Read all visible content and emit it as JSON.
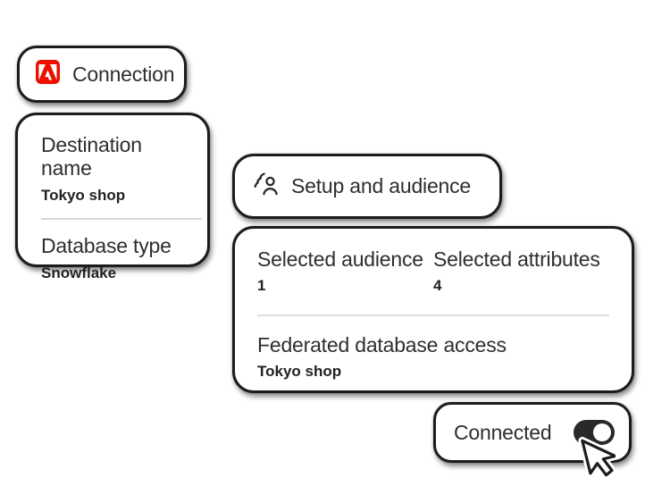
{
  "canvas": {
    "background": "#ffffff"
  },
  "colors": {
    "card_border": "#1d1c1b",
    "text_primary": "#302e2c",
    "text_value": "#232120",
    "adobe_red": "#EB1000",
    "divider": "#d9d7d5",
    "toggle_on": "#2b2927"
  },
  "connection_chip": {
    "label": "Connection",
    "icon": "adobe-logo"
  },
  "destination_card": {
    "rows": [
      {
        "label": "Destination name",
        "value": "Tokyo shop"
      },
      {
        "label": "Database type",
        "value": "Snowflake"
      }
    ]
  },
  "setup_chip": {
    "label": "Setup and audience",
    "icon": "audience-icon"
  },
  "summary_card": {
    "stats": [
      {
        "label": "Selected audience",
        "value": "1"
      },
      {
        "label": "Selected attributes",
        "value": "4"
      }
    ],
    "access": {
      "label": "Federated database access",
      "value": "Tokyo shop"
    }
  },
  "connected_card": {
    "label": "Connected",
    "toggle_state": "on",
    "icon": "toggle-on-icon"
  },
  "cursor": {
    "icon": "mouse-pointer-icon"
  }
}
